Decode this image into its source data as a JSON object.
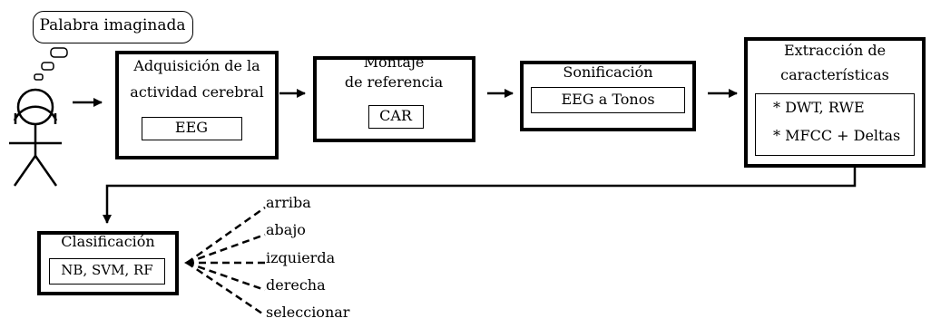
{
  "thought": {
    "text": "Palabra imaginada"
  },
  "stages": {
    "adquisicion": {
      "title_1": "Adquisición de la",
      "title_2": "actividad cerebral",
      "method": "EEG"
    },
    "montaje": {
      "title_1": "Montaje",
      "title_2": "de referencia",
      "method": "CAR"
    },
    "sonificacion": {
      "title": "Sonificación",
      "method": "EEG a Tonos"
    },
    "extraccion": {
      "title_1": "Extracción de",
      "title_2": "características",
      "item_1": "* DWT, RWE",
      "item_2": "* MFCC + Deltas"
    },
    "clasificacion": {
      "title": "Clasificación",
      "method": "NB, SVM, RF"
    }
  },
  "outputs": [
    "arriba",
    "abajo",
    "izquierda",
    "derecha",
    "seleccionar"
  ]
}
